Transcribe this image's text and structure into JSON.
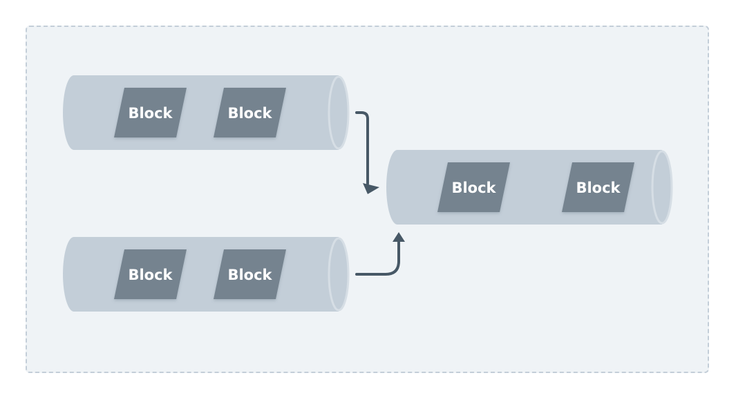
{
  "diagram": {
    "colors": {
      "container_fill": "#eff3f6",
      "container_border": "#c3ced8",
      "pipe_fill": "#c3ced8",
      "pipe_end": "#d6dee5",
      "block_fill": "#75838f",
      "block_text": "#ffffff",
      "arrow": "#475866"
    },
    "pipes": [
      {
        "id": "pipe-top-left",
        "blocks": [
          {
            "label": "Block"
          },
          {
            "label": "Block"
          }
        ]
      },
      {
        "id": "pipe-bottom-left",
        "blocks": [
          {
            "label": "Block"
          },
          {
            "label": "Block"
          }
        ]
      },
      {
        "id": "pipe-right",
        "blocks": [
          {
            "label": "Block"
          },
          {
            "label": "Block"
          }
        ]
      }
    ],
    "connectors": [
      {
        "from": "pipe-top-left",
        "to": "pipe-right"
      },
      {
        "from": "pipe-bottom-left",
        "to": "pipe-right"
      }
    ]
  }
}
